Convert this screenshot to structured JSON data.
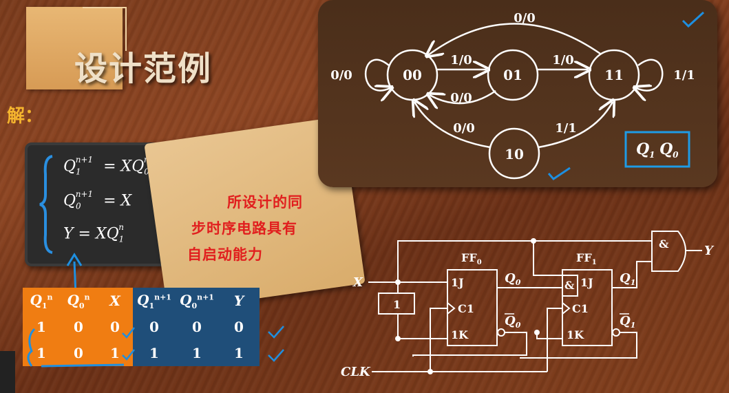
{
  "title": "设计范例",
  "solution_label": "解：",
  "equations": {
    "eq1_lhs": "Q",
    "eq1_lhs_sub": "1",
    "eq1_lhs_sup": "n+1",
    "eq1_rhs": "= XQ",
    "eq1_rhs_sub": "0",
    "eq1_rhs_sup": "n",
    "eq2_lhs": "Q",
    "eq2_lhs_sub": "0",
    "eq2_lhs_sup": "n+1",
    "eq2_rhs": "= X",
    "eq3_lhs": "Y",
    "eq3_rhs": "= XQ",
    "eq3_rhs_sub": "1",
    "eq3_rhs_sup": "n"
  },
  "note": {
    "line1": "所设计的同",
    "line2": "步时序电路具有",
    "line3": "自启动能力"
  },
  "state_diagram": {
    "states": [
      "00",
      "01",
      "11",
      "10"
    ],
    "transitions": [
      "0/0",
      "1/0",
      "1/0",
      "0/0",
      "1/1",
      "0/0",
      "1/1",
      "0/0"
    ],
    "legend_q1": "Q",
    "legend_q1_sub": "1",
    "legend_q0": "Q",
    "legend_q0_sub": "0"
  },
  "truth_table": {
    "headers_left": [
      "Q1n",
      "Q0n",
      "X"
    ],
    "headers_right": [
      "Q1n+1",
      "Q0n+1",
      "Y"
    ],
    "rows": [
      [
        "1",
        "0",
        "0",
        "0",
        "0",
        "0"
      ],
      [
        "1",
        "0",
        "1",
        "1",
        "1",
        "1"
      ]
    ]
  },
  "circuit": {
    "ff0": "FF",
    "ff0_sub": "0",
    "ff1": "FF",
    "ff1_sub": "1",
    "j": "1J",
    "k": "1K",
    "c": "C1",
    "q0": "Q",
    "q0_sub": "0",
    "q1": "Q",
    "q1_sub": "1",
    "not_label": "1",
    "and_label": "&",
    "and_label2": "&",
    "input_x": "X",
    "output_y": "Y",
    "clk": "CLK"
  },
  "colors": {
    "orange": "#f07d12",
    "navy": "#1f4e79",
    "annotation_blue": "#1e8fe0",
    "note_red": "#e11e1e"
  }
}
